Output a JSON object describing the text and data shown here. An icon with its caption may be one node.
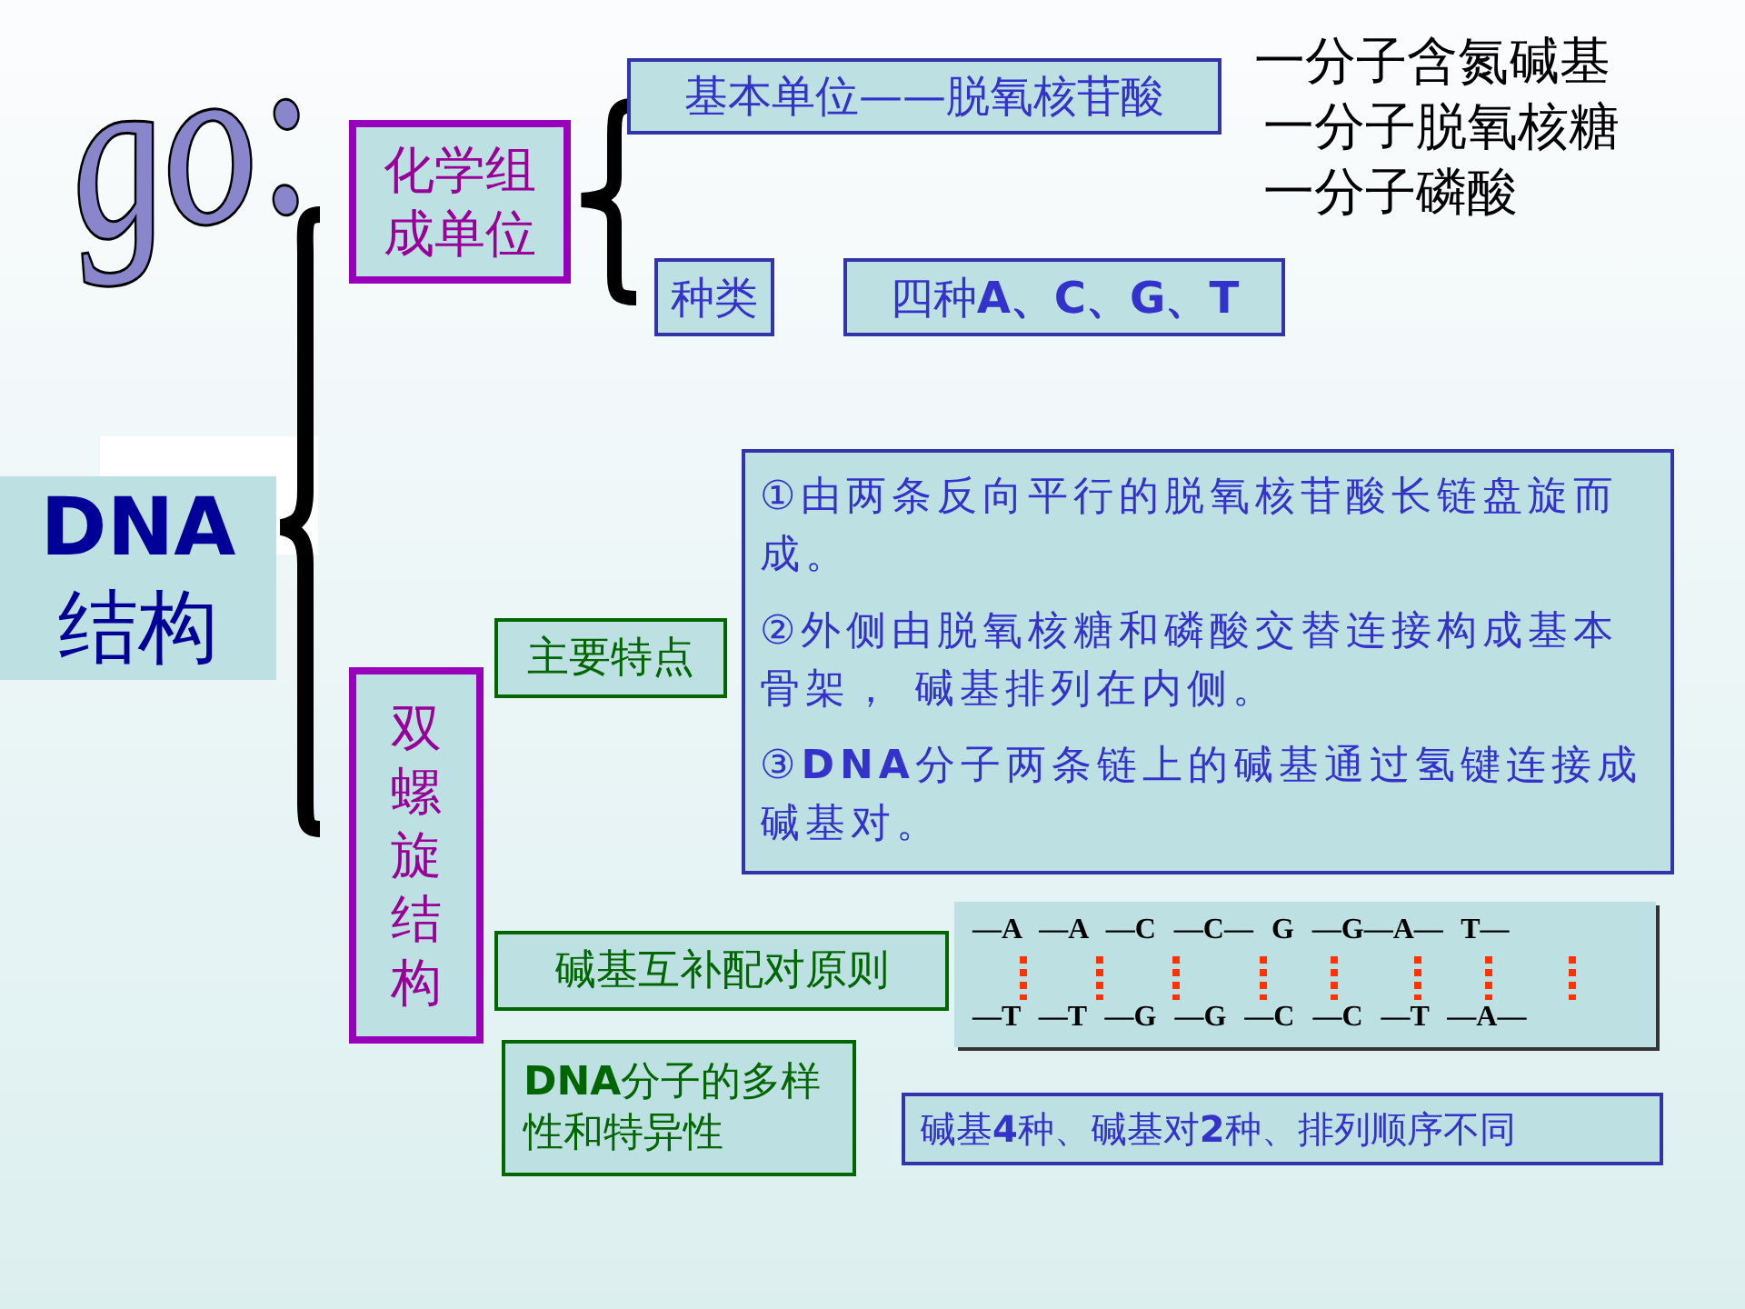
{
  "diagram": {
    "nodes": [
      {
        "text": [
          "**DNA** 结构"
        ]
      },
      {
        "text": [
          "化学组成单位"
        ]
      },
      {
        "text": [
          "基本单位——脱氧核苷酸"
        ]
      },
      {
        "text": [
          "种类"
        ]
      },
      {
        "text": [
          "四种**A、C、G、T**"
        ]
      },
      {
        "text": [
          "双螺旋结构"
        ]
      },
      {
        "text": [
          "主要特点"
        ]
      },
      {
        "text": [
          "①由两条反向平行的脱氧核苷酸长链盘旋而成。",
          "②外侧由脱氧核糖和磷酸交替连接构成基本骨架， 碱基排列在内侧。",
          "③**DNA**分子两条链上的碱基通过氢键连接成碱基对。"
        ]
      },
      {
        "text": [
          "碱基互补配对原则"
        ]
      },
      {
        "text": [
          "—A —A —C —C— G —G—A— T—",
          "—T —T —G —G —C —C —T —A—"
        ]
      },
      {
        "text": [
          "**DNA**分子的多样性和特异性"
        ]
      },
      {
        "text": [
          "碱基**4**种、碱基对**2**种、排列顺序不同"
        ]
      }
    ],
    "labels": [
      "go:",
      "一分子含氮碱基",
      "一分子脱氧核糖",
      "一分子磷酸"
    ]
  }
}
